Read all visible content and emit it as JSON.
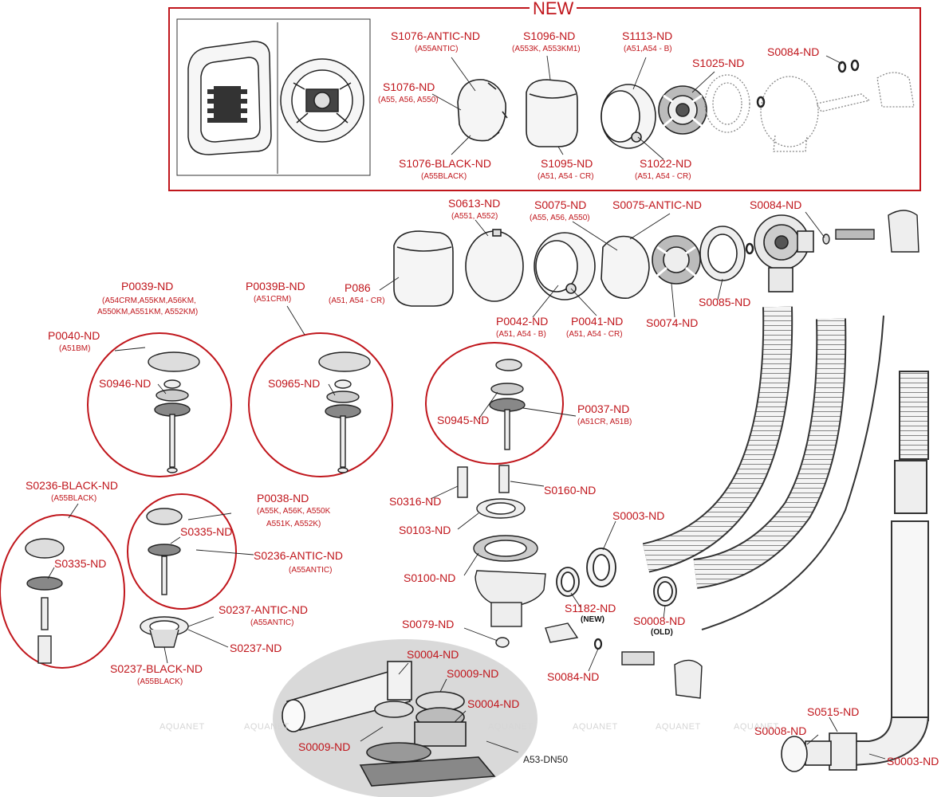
{
  "new_section": {
    "title": "NEW"
  },
  "labels": {
    "s1076_antic": "S1076-ANTIC-ND",
    "s1076_antic_sub": "(A55ANTIC)",
    "s1096": "S1096-ND",
    "s1096_sub": "(A553K, A553KM1)",
    "s1113": "S1113-ND",
    "s1113_sub": "(A51,A54 - B)",
    "s1025": "S1025-ND",
    "s0084_top": "S0084-ND",
    "s1076": "S1076-ND",
    "s1076_sub": "(A55, A56, A550)",
    "s1076_black": "S1076-BLACK-ND",
    "s1076_black_sub": "(A55BLACK)",
    "s1095": "S1095-ND",
    "s1095_sub": "(A51, A54 - CR)",
    "s1022": "S1022-ND",
    "s1022_sub": "(A51, A54 - CR)",
    "s0613": "S0613-ND",
    "s0613_sub": "(A551, A552)",
    "s0075": "S0075-ND",
    "s0075_sub": "(A55, A56, A550)",
    "s0075_antic": "S0075-ANTIC-ND",
    "s0084_mid": "S0084-ND",
    "p086": "P086",
    "p086_sub": "(A51, A54 - CR)",
    "s0085": "S0085-ND",
    "p0042": "P0042-ND",
    "p0042_sub": "(A51, A54 - B)",
    "p0041": "P0041-ND",
    "p0041_sub": "(A51, A54 - CR)",
    "s0074": "S0074-ND",
    "p0039": "P0039-ND",
    "p0039_sub1": "(A54CRM,A55KM,A56KM,",
    "p0039_sub2": "A550KM,A551KM, A552KM)",
    "p0039b": "P0039B-ND",
    "p0039b_sub": "(A51CRM)",
    "p0040": "P0040-ND",
    "p0040_sub": "(A51BM)",
    "s0946": "S0946-ND",
    "s0965": "S0965-ND",
    "s0945": "S0945-ND",
    "p0037": "P0037-ND",
    "p0037_sub": "(A51CR, A51B)",
    "s0316": "S0316-ND",
    "s0160": "S0160-ND",
    "s0103": "S0103-ND",
    "s0003_mid": "S0003-ND",
    "s0100": "S0100-ND",
    "s1182": "S1182-ND",
    "s1182_note": "(NEW)",
    "s0008_mid": "S0008-ND",
    "s0008_note": "(OLD)",
    "s0079": "S0079-ND",
    "s0084_low": "S0084-ND",
    "s0236_black": "S0236-BLACK-ND",
    "s0236_black_sub": "(A55BLACK)",
    "p0038": "P0038-ND",
    "p0038_sub1": "(A55K, A56K, A550K",
    "p0038_sub2": "A551K, A552K)",
    "s0335_a": "S0335-ND",
    "s0335_b": "S0335-ND",
    "s0236_antic": "S0236-ANTIC-ND",
    "s0236_antic_sub": "(A55ANTIC)",
    "s0237_antic": "S0237-ANTIC-ND",
    "s0237_antic_sub": "(A55ANTIC)",
    "s0237": "S0237-ND",
    "s0237_black": "S0237-BLACK-ND",
    "s0237_black_sub": "(A55BLACK)",
    "s0004_a": "S0004-ND",
    "s0009_a": "S0009-ND",
    "s0004_b": "S0004-ND",
    "s0009_b": "S0009-ND",
    "a53": "A53-DN50",
    "s0515": "S0515-ND",
    "s0008_low": "S0008-ND",
    "s0003_low": "S0003-ND"
  },
  "watermark": {
    "text": "AQUANET"
  },
  "colors": {
    "accent": "#c0161c",
    "line": "#2b2b2b",
    "part": "#f2f2f2"
  }
}
